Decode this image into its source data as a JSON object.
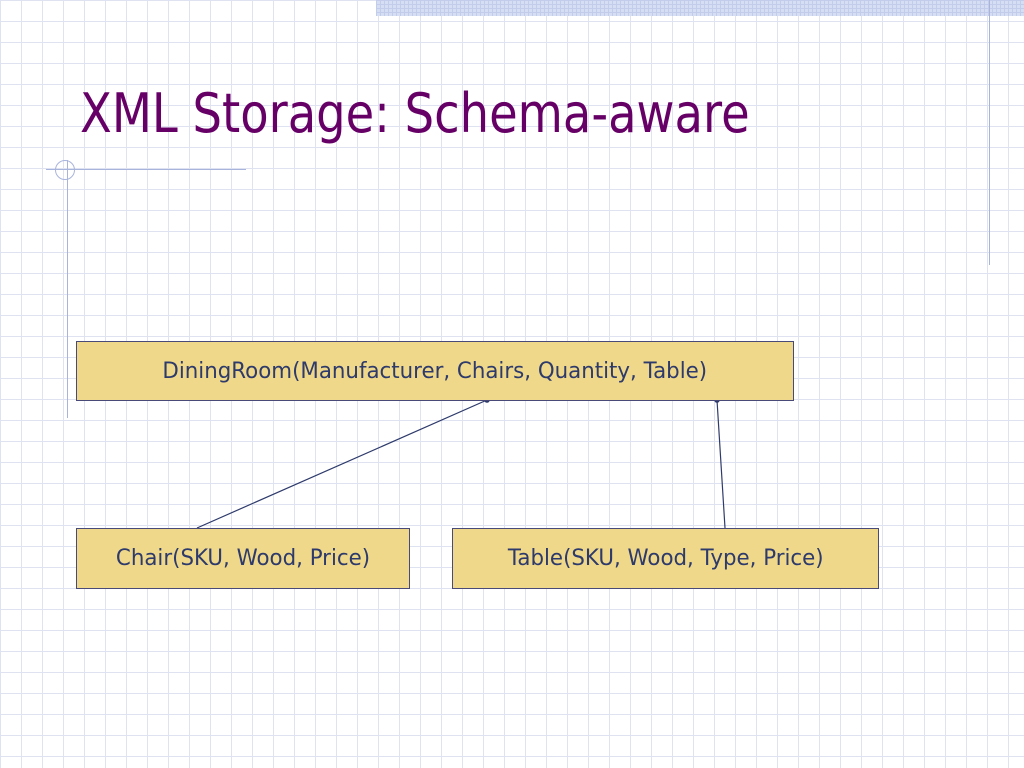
{
  "slide": {
    "title": "XML Storage: Schema-aware"
  },
  "diagram": {
    "nodes": [
      {
        "id": "dining-room",
        "label": "DiningRoom(Manufacturer, Chairs, Quantity, Table)"
      },
      {
        "id": "chair",
        "label": "Chair(SKU, Wood, Price)"
      },
      {
        "id": "table",
        "label": "Table(SKU, Wood, Type, Price)"
      }
    ],
    "edges": [
      {
        "from": "chair",
        "to": "dining-room",
        "via": "Chairs"
      },
      {
        "from": "table",
        "to": "dining-room",
        "via": "Table"
      }
    ]
  },
  "colors": {
    "title": "#660066",
    "box_fill": "#efd889",
    "box_border": "#4a4a78",
    "box_text": "#2d3a6b",
    "connector": "#2d3a6b",
    "grid": "#dfe3f1",
    "accent_lines": "#a9b4dc"
  }
}
